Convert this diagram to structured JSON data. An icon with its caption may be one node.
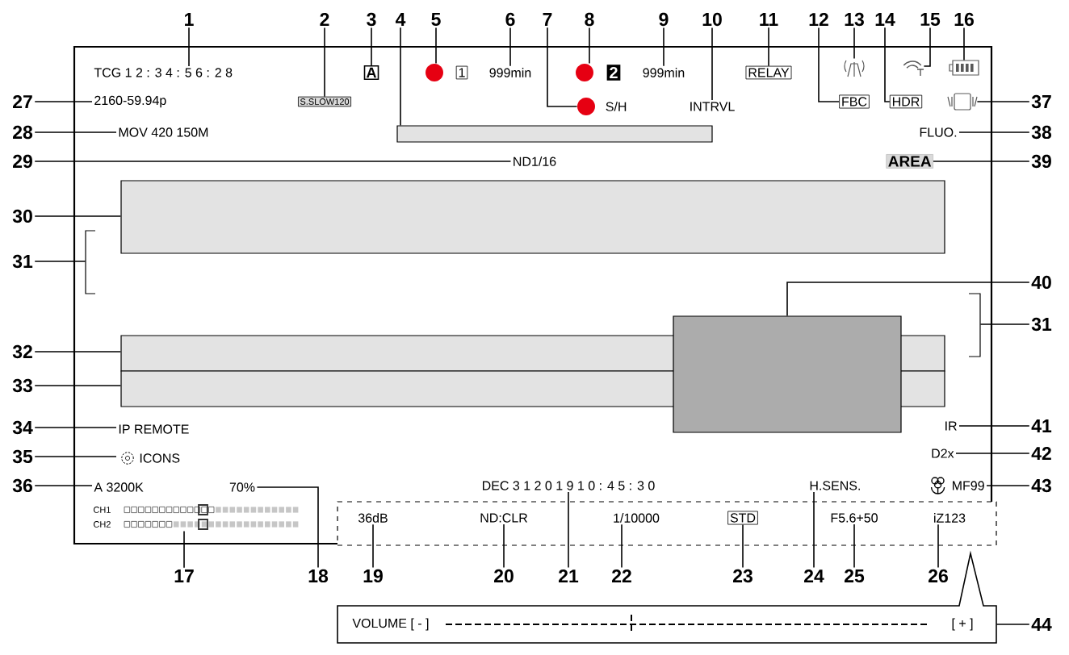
{
  "diagram": {
    "nodes": [
      {
        "text": [],
        "shape": "box"
      },
      {
        "text": [
          "TCG 1 2 : 3 4 : 5 6 : 2 8"
        ],
        "in": 0
      },
      {
        "text": [
          "A"
        ],
        "in": 0
      },
      {
        "text": [],
        "shape": "circle",
        "in": 0
      },
      {
        "text": [
          "1"
        ],
        "in": 0
      },
      {
        "text": [
          "999min"
        ],
        "in": 0
      },
      {
        "text": [],
        "shape": "circle",
        "in": 0
      },
      {
        "text": [
          "2"
        ],
        "in": 0
      },
      {
        "text": [
          "999min"
        ],
        "in": 0
      },
      {
        "text": [
          "RELAY"
        ],
        "in": 0
      },
      {
        "text": [],
        "shape": "picture",
        "in": 0
      },
      {
        "text": [],
        "shape": "picture",
        "in": 0
      },
      {
        "text": [],
        "shape": "picture",
        "in": 0
      },
      {
        "text": [
          "2160-59.94p"
        ],
        "in": 0
      },
      {
        "text": [
          "S.SLOW120"
        ],
        "in": 0
      },
      {
        "text": [],
        "shape": "circle",
        "beside": [
          "S/H"
        ],
        "in": 0
      },
      {
        "text": [
          "INTRVL"
        ],
        "in": 0
      },
      {
        "text": [
          "FBC"
        ],
        "in": 0
      },
      {
        "text": [
          "HDR"
        ],
        "in": 0
      },
      {
        "text": [],
        "shape": "picture",
        "in": 0
      },
      {
        "text": [
          "MOV 420 150M"
        ],
        "in": 0
      },
      {
        "text": [],
        "shape": "bar",
        "in": 0
      },
      {
        "text": [
          "FLUO."
        ],
        "in": 0
      },
      {
        "text": [
          "ND1/16"
        ],
        "in": 0
      },
      {
        "text": [
          "AREA"
        ],
        "in": 0
      },
      {
        "text": [],
        "shape": "box",
        "in": 0
      },
      {
        "text": [],
        "shape": "bracket",
        "in": 0
      },
      {
        "text": [],
        "shape": "bracket",
        "in": 0
      },
      {
        "text": [],
        "shape": "box",
        "in": 0
      },
      {
        "text": [],
        "shape": "bar",
        "in": 0
      },
      {
        "text": [],
        "shape": "bar",
        "in": 0
      },
      {
        "text": [
          "IR"
        ],
        "in": 0
      },
      {
        "text": [
          "IP REMOTE"
        ],
        "in": 0
      },
      {
        "text": [
          "D2x"
        ],
        "in": 0
      },
      {
        "text": [
          "ICONS"
        ],
        "in": 0
      },
      {
        "text": [
          "A 3200K"
        ],
        "in": 0
      },
      {
        "text": [
          "70%"
        ],
        "in": 0
      },
      {
        "text": [
          "DEC 3 1 2 0 1 9 1 0 : 4 5 : 3 0"
        ],
        "in": 0
      },
      {
        "text": [
          "H.SENS."
        ],
        "in": 0
      },
      {
        "text": [
          "MF99"
        ],
        "in": 0
      },
      {
        "text": [],
        "shape": "picture",
        "in": 0
      },
      {
        "text": [],
        "shape": "box",
        "in": 0
      },
      {
        "text": [
          "36dB"
        ],
        "in": 41
      },
      {
        "text": [
          "ND:CLR"
        ],
        "in": 41
      },
      {
        "text": [
          "1/10000"
        ],
        "in": 41
      },
      {
        "text": [
          "STD"
        ],
        "in": 41
      },
      {
        "text": [
          "F5.6+50"
        ],
        "in": 41
      },
      {
        "text": [
          "iZ123"
        ],
        "in": 41
      },
      {
        "text": [
          "VOLUME [ - ]",
          "[ + ]"
        ]
      },
      {
        "text": [
          "1"
        ]
      },
      {
        "text": [
          "2"
        ]
      },
      {
        "text": [
          "3"
        ]
      },
      {
        "text": [
          "4"
        ]
      },
      {
        "text": [
          "5"
        ]
      },
      {
        "text": [
          "6"
        ]
      },
      {
        "text": [
          "7"
        ]
      },
      {
        "text": [
          "8"
        ]
      },
      {
        "text": [
          "9"
        ]
      },
      {
        "text": [
          "10"
        ]
      },
      {
        "text": [
          "11"
        ]
      },
      {
        "text": [
          "12"
        ]
      },
      {
        "text": [
          "13"
        ]
      },
      {
        "text": [
          "14"
        ]
      },
      {
        "text": [
          "15"
        ]
      },
      {
        "text": [
          "16"
        ]
      },
      {
        "text": [
          "17"
        ]
      },
      {
        "text": [
          "18"
        ]
      },
      {
        "text": [
          "19"
        ]
      },
      {
        "text": [
          "20"
        ]
      },
      {
        "text": [
          "21"
        ]
      },
      {
        "text": [
          "22"
        ]
      },
      {
        "text": [
          "23"
        ]
      },
      {
        "text": [
          "24"
        ]
      },
      {
        "text": [
          "25"
        ]
      },
      {
        "text": [
          "26"
        ]
      },
      {
        "text": [
          "27"
        ]
      },
      {
        "text": [
          "28"
        ]
      },
      {
        "text": [
          "29"
        ]
      },
      {
        "text": [
          "30"
        ]
      },
      {
        "text": [
          "31"
        ]
      },
      {
        "text": [
          "31"
        ]
      },
      {
        "text": [
          "32"
        ]
      },
      {
        "text": [
          "33"
        ]
      },
      {
        "text": [
          "34"
        ]
      },
      {
        "text": [
          "35"
        ]
      },
      {
        "text": [
          "36"
        ]
      },
      {
        "text": [
          "37"
        ]
      },
      {
        "text": [
          "38"
        ]
      },
      {
        "text": [
          "39"
        ]
      },
      {
        "text": [
          "40"
        ]
      },
      {
        "text": [
          "41"
        ]
      },
      {
        "text": [
          "42"
        ]
      },
      {
        "text": [
          "43"
        ]
      },
      {
        "text": [
          "44"
        ]
      }
    ],
    "edges": [
      {
        "from": 49,
        "to": 1,
        "arrow": "none"
      },
      {
        "from": 50,
        "to": 14,
        "arrow": "none"
      },
      {
        "from": 51,
        "to": 2,
        "arrow": "none"
      },
      {
        "from": 52,
        "to": 21,
        "arrow": "none"
      },
      {
        "from": 53,
        "to": 3,
        "arrow": "none"
      },
      {
        "from": 54,
        "to": 5,
        "arrow": "none"
      },
      {
        "from": 55,
        "to": 15,
        "arrow": "none"
      },
      {
        "from": 56,
        "to": 6,
        "arrow": "none"
      },
      {
        "from": 57,
        "to": 8,
        "arrow": "none"
      },
      {
        "from": 58,
        "to": 16,
        "arrow": "none"
      },
      {
        "from": 59,
        "to": 9,
        "arrow": "none"
      },
      {
        "from": 60,
        "to": 17,
        "arrow": "none"
      },
      {
        "from": 61,
        "to": 10,
        "arrow": "none"
      },
      {
        "from": 62,
        "to": 18,
        "arrow": "none"
      },
      {
        "from": 63,
        "to": 11,
        "arrow": "none"
      },
      {
        "from": 64,
        "to": 12,
        "arrow": "none"
      },
      {
        "from": 65,
        "to": 40,
        "arrow": "none"
      },
      {
        "from": 66,
        "to": 36,
        "arrow": "none"
      },
      {
        "from": 67,
        "to": 42,
        "arrow": "none"
      },
      {
        "from": 68,
        "to": 43,
        "arrow": "none"
      },
      {
        "from": 69,
        "to": 37,
        "arrow": "none"
      },
      {
        "from": 70,
        "to": 44,
        "arrow": "none"
      },
      {
        "from": 71,
        "to": 45,
        "arrow": "none"
      },
      {
        "from": 72,
        "to": 38,
        "arrow": "none"
      },
      {
        "from": 73,
        "to": 46,
        "arrow": "none"
      },
      {
        "from": 74,
        "to": 47,
        "arrow": "none"
      },
      {
        "from": 75,
        "to": 13,
        "arrow": "none"
      },
      {
        "from": 76,
        "to": 20,
        "arrow": "none"
      },
      {
        "from": 77,
        "to": 23,
        "arrow": "none"
      },
      {
        "from": 78,
        "to": 25,
        "arrow": "none"
      },
      {
        "from": 79,
        "to": 26,
        "arrow": "none"
      },
      {
        "from": 80,
        "to": 27,
        "arrow": "none"
      },
      {
        "from": 81,
        "to": 29,
        "arrow": "none"
      },
      {
        "from": 82,
        "to": 30,
        "arrow": "none"
      },
      {
        "from": 83,
        "to": 32,
        "arrow": "none"
      },
      {
        "from": 84,
        "to": 34,
        "arrow": "none"
      },
      {
        "from": 85,
        "to": 35,
        "arrow": "none"
      },
      {
        "from": 86,
        "to": 19,
        "arrow": "none"
      },
      {
        "from": 87,
        "to": 22,
        "arrow": "none"
      },
      {
        "from": 88,
        "to": 24,
        "arrow": "none"
      },
      {
        "from": 89,
        "to": 28,
        "arrow": "none"
      },
      {
        "from": 90,
        "to": 31,
        "arrow": "none"
      },
      {
        "from": 91,
        "to": 33,
        "arrow": "none"
      },
      {
        "from": 92,
        "to": 39,
        "arrow": "none"
      },
      {
        "from": 93,
        "to": 48,
        "arrow": "none"
      }
    ],
    "labels": [
      "CH1",
      "CH2"
    ]
  }
}
